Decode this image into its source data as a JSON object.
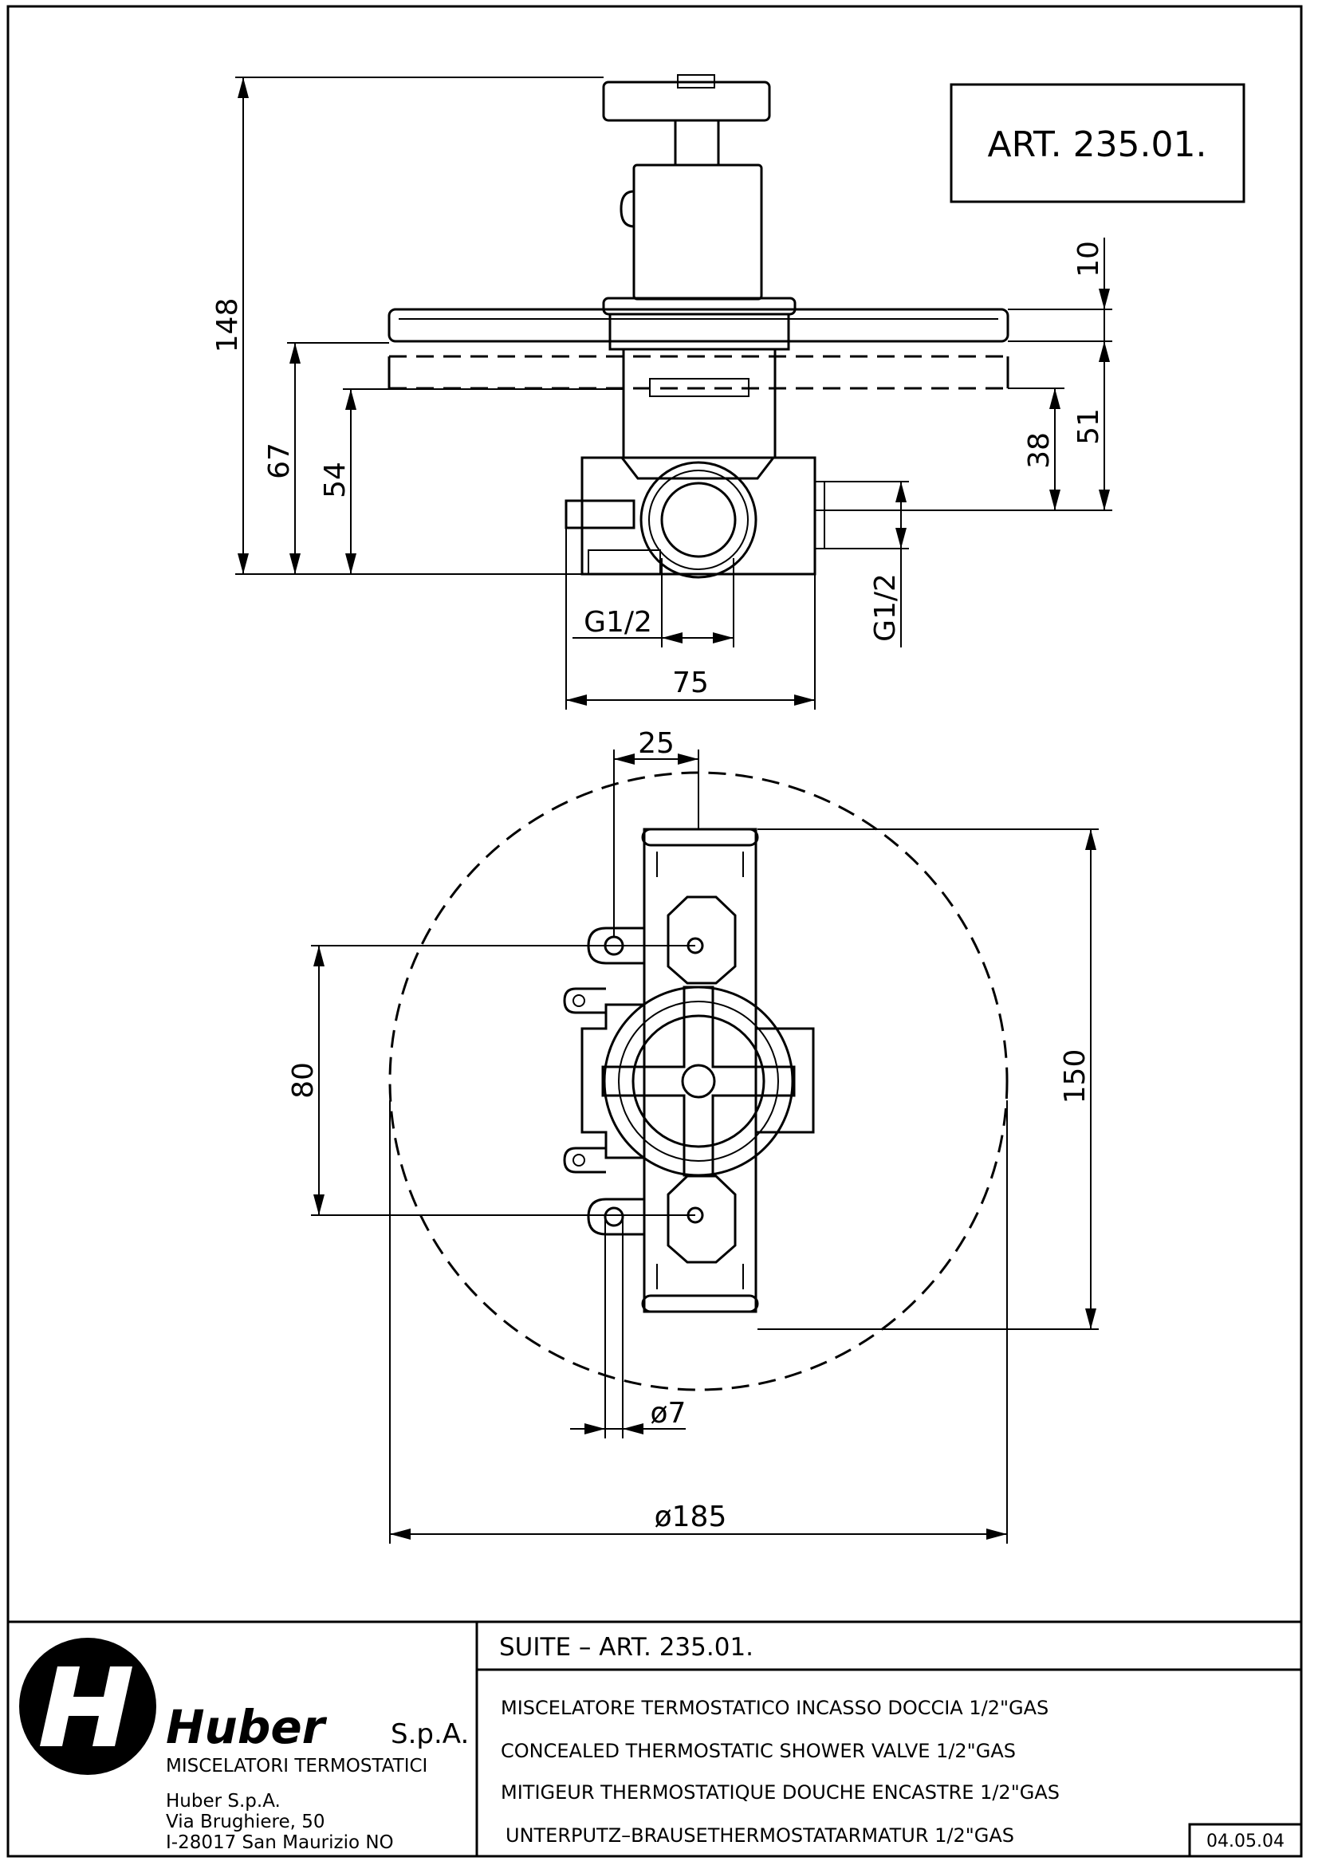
{
  "article_box": {
    "label": "ART.  235.01."
  },
  "dimensions": {
    "d148": "148",
    "d67": "67",
    "d54": "54",
    "d10": "10",
    "d51": "51",
    "d38": "38",
    "g12_horizontal": "G1/2",
    "g12_vertical": "G1/2",
    "d75": "75",
    "d25": "25",
    "d80": "80",
    "d150": "150",
    "d7": "ø7",
    "d185": "ø185"
  },
  "title_block": {
    "logo_letter": "H",
    "brand": "Huber",
    "brand_suffix": "S.p.A.",
    "tagline": "MISCELATORI TERMOSTATICI",
    "address_line1": "Huber S.p.A.",
    "address_line2": "Via Brughiere, 50",
    "address_line3": "I-28017 San Maurizio NO",
    "title": "SUITE  –  ART.  235.01.",
    "desc_it": "MISCELATORE TERMOSTATICO INCASSO DOCCIA 1/2\"GAS",
    "desc_en": "CONCEALED THERMOSTATIC SHOWER VALVE 1/2\"GAS",
    "desc_fr": "MITIGEUR THERMOSTATIQUE DOUCHE ENCASTRE 1/2\"GAS",
    "desc_de": "UNTERPUTZ–BRAUSETHERMOSTATARMATUR 1/2\"GAS",
    "date": "04.05.04"
  }
}
